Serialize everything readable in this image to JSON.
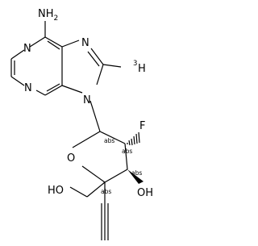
{
  "molecule": {
    "labels": {
      "amine": "NH",
      "amine_sub": "2",
      "n1": "N",
      "n3": "N",
      "n7": "N",
      "n9": "N",
      "tritium_mass": "3",
      "tritium": "H",
      "fluorine": "F",
      "ring_oxygen": "O",
      "hydroxyl": "OH",
      "hydroxymethyl": "HO"
    },
    "stereo_flags": [
      "abs",
      "abs",
      "abs",
      "abs"
    ]
  }
}
